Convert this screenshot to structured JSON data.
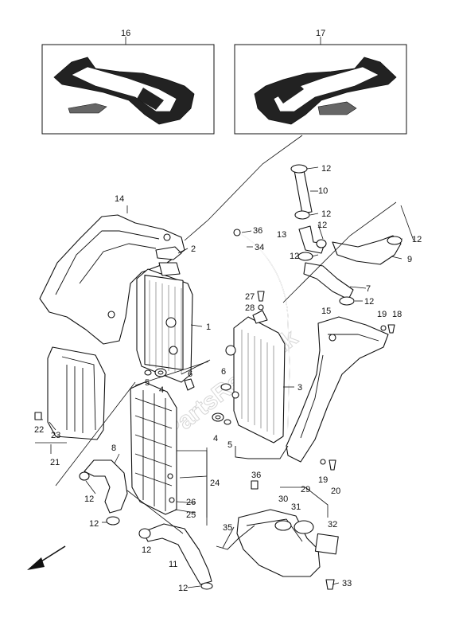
{
  "watermark": "PartsRepublik",
  "callouts": {
    "c1": "1",
    "c2": "2",
    "c3": "3",
    "c4a": "4",
    "c4b": "4",
    "c5a": "5",
    "c5b": "5",
    "c6a": "6",
    "c6b": "6",
    "c7": "7",
    "c8": "8",
    "c9": "9",
    "c10": "10",
    "c11": "11",
    "c12a": "12",
    "c12b": "12",
    "c12c": "12",
    "c12d": "12",
    "c12e": "12",
    "c12f": "12",
    "c12g": "12",
    "c12h": "12",
    "c12i": "12",
    "c12j": "12",
    "c13": "13",
    "c14": "14",
    "c15": "15",
    "c16": "16",
    "c17": "17",
    "c18": "18",
    "c19a": "19",
    "c19b": "19",
    "c20": "20",
    "c21": "21",
    "c22": "22",
    "c23": "23",
    "c24": "24",
    "c25": "25",
    "c26": "26",
    "c27": "27",
    "c28": "28",
    "c29": "29",
    "c30": "30",
    "c31": "31",
    "c32": "32",
    "c33": "33",
    "c34": "34",
    "c35": "35",
    "c36a": "36",
    "c36b": "36"
  },
  "icons": {
    "front_arrow": "front-direction-arrow-icon"
  }
}
